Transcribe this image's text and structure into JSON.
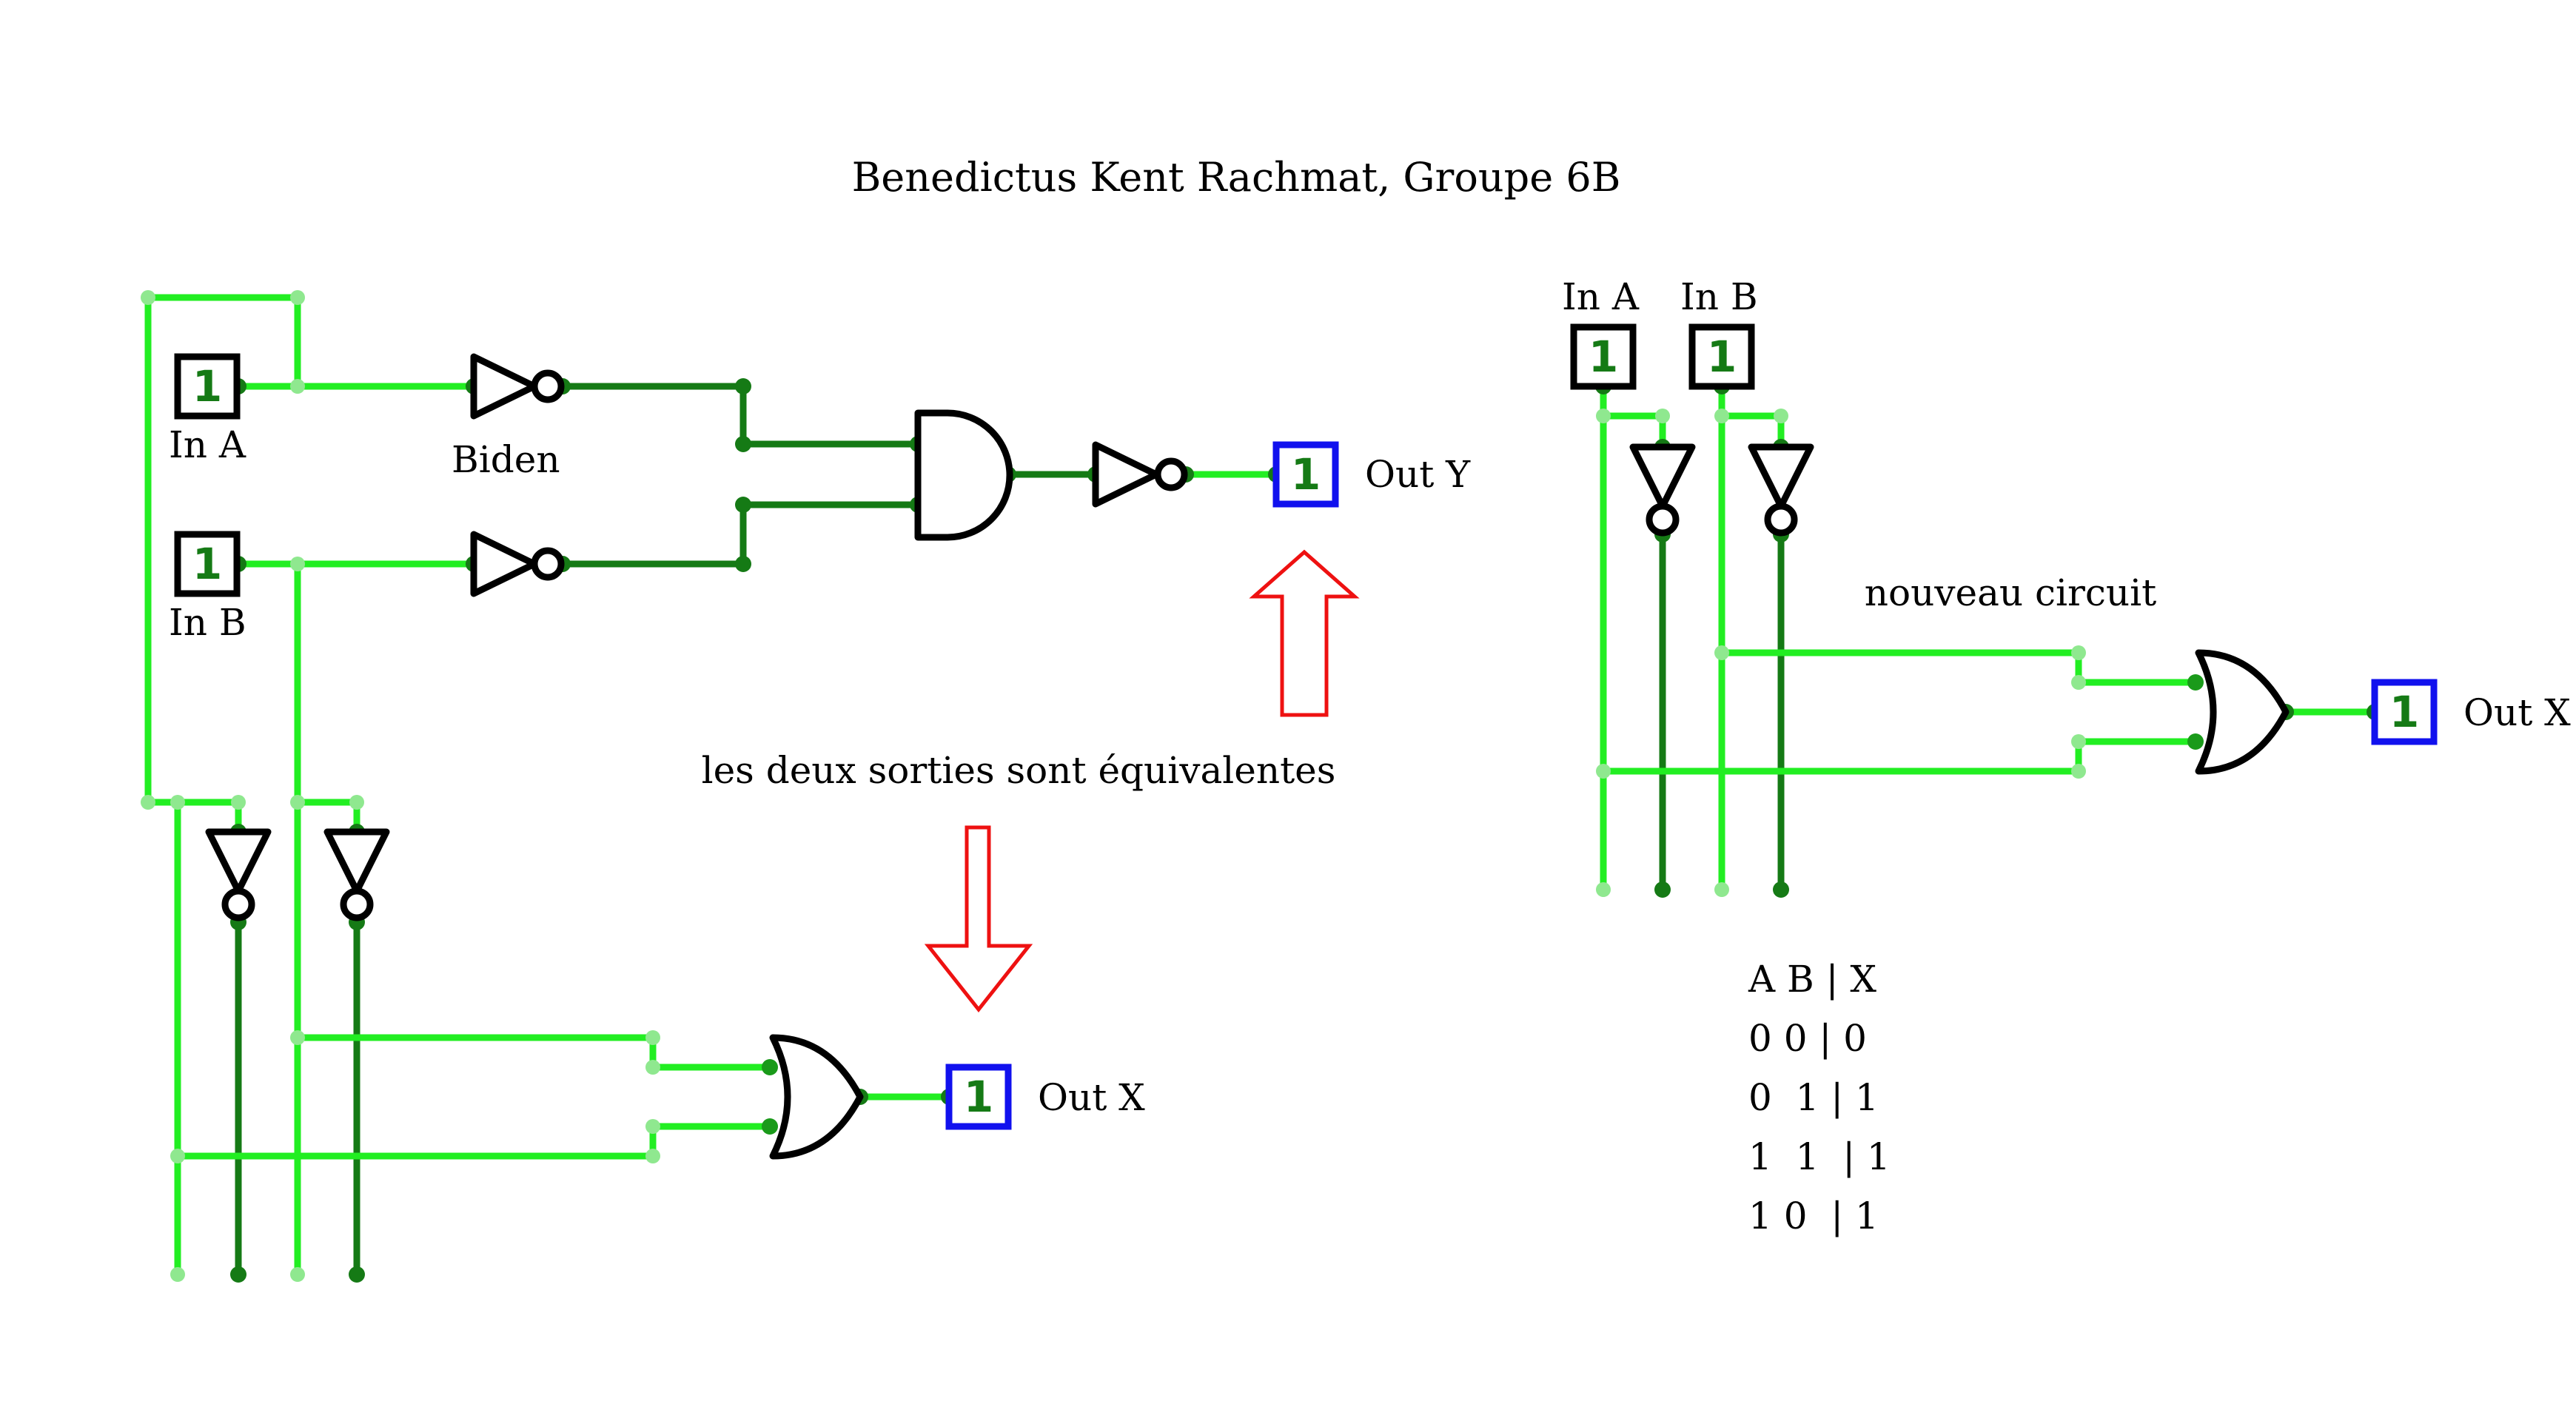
{
  "title": "Benedictus Kent Rachmat, Groupe 6B",
  "left_circuit": {
    "input_a": {
      "label": "In A",
      "value": "1"
    },
    "input_b": {
      "label": "In B",
      "value": "1"
    },
    "not_gate_label": "Biden",
    "output_y": {
      "label": "Out Y",
      "value": "1"
    },
    "output_x": {
      "label": "Out X",
      "value": "1"
    }
  },
  "annotation": "les deux sorties sont équivalentes",
  "right_circuit": {
    "input_a": {
      "label": "In A",
      "value": "1"
    },
    "input_b": {
      "label": "In B",
      "value": "1"
    },
    "caption": "nouveau circuit",
    "output_x": {
      "label": "Out X",
      "value": "1"
    }
  },
  "truth_table": {
    "header": "A B | X",
    "rows": [
      "0 0 | 0",
      "0  1 | 1",
      "1  1  | 1",
      "1 0  | 1"
    ]
  },
  "colors": {
    "wire_active": "#22ee22",
    "wire_inactive": "#157a15",
    "input_border": "#000000",
    "output_border": "#1111ee",
    "arrow": "#ee1111"
  }
}
